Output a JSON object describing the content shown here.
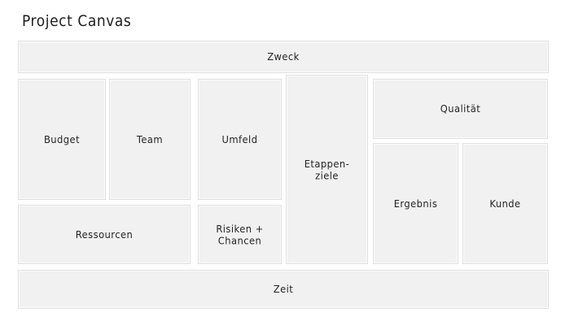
{
  "page": {
    "title": "Project Canvas",
    "background_color": "#ffffff",
    "cell_fill_color": "#f1f1f1",
    "cell_border_color": "#dfdfdf",
    "text_color": "#242424"
  },
  "canvas": {
    "top_band": {
      "label": "Zweck"
    },
    "bottom_band": {
      "label": "Zeit"
    },
    "cells": [
      {
        "key": "budget",
        "label": "Budget"
      },
      {
        "key": "team",
        "label": "Team"
      },
      {
        "key": "ressourcen",
        "label": "Ressourcen"
      },
      {
        "key": "umfeld",
        "label": "Umfeld"
      },
      {
        "key": "risiken",
        "label": "Risiken +\nChancen"
      },
      {
        "key": "etappen",
        "label": "Etappen-\nziele"
      },
      {
        "key": "qualitaet",
        "label": "Qualität"
      },
      {
        "key": "ergebnis",
        "label": "Ergebnis"
      },
      {
        "key": "kunde",
        "label": "Kunde"
      }
    ]
  }
}
